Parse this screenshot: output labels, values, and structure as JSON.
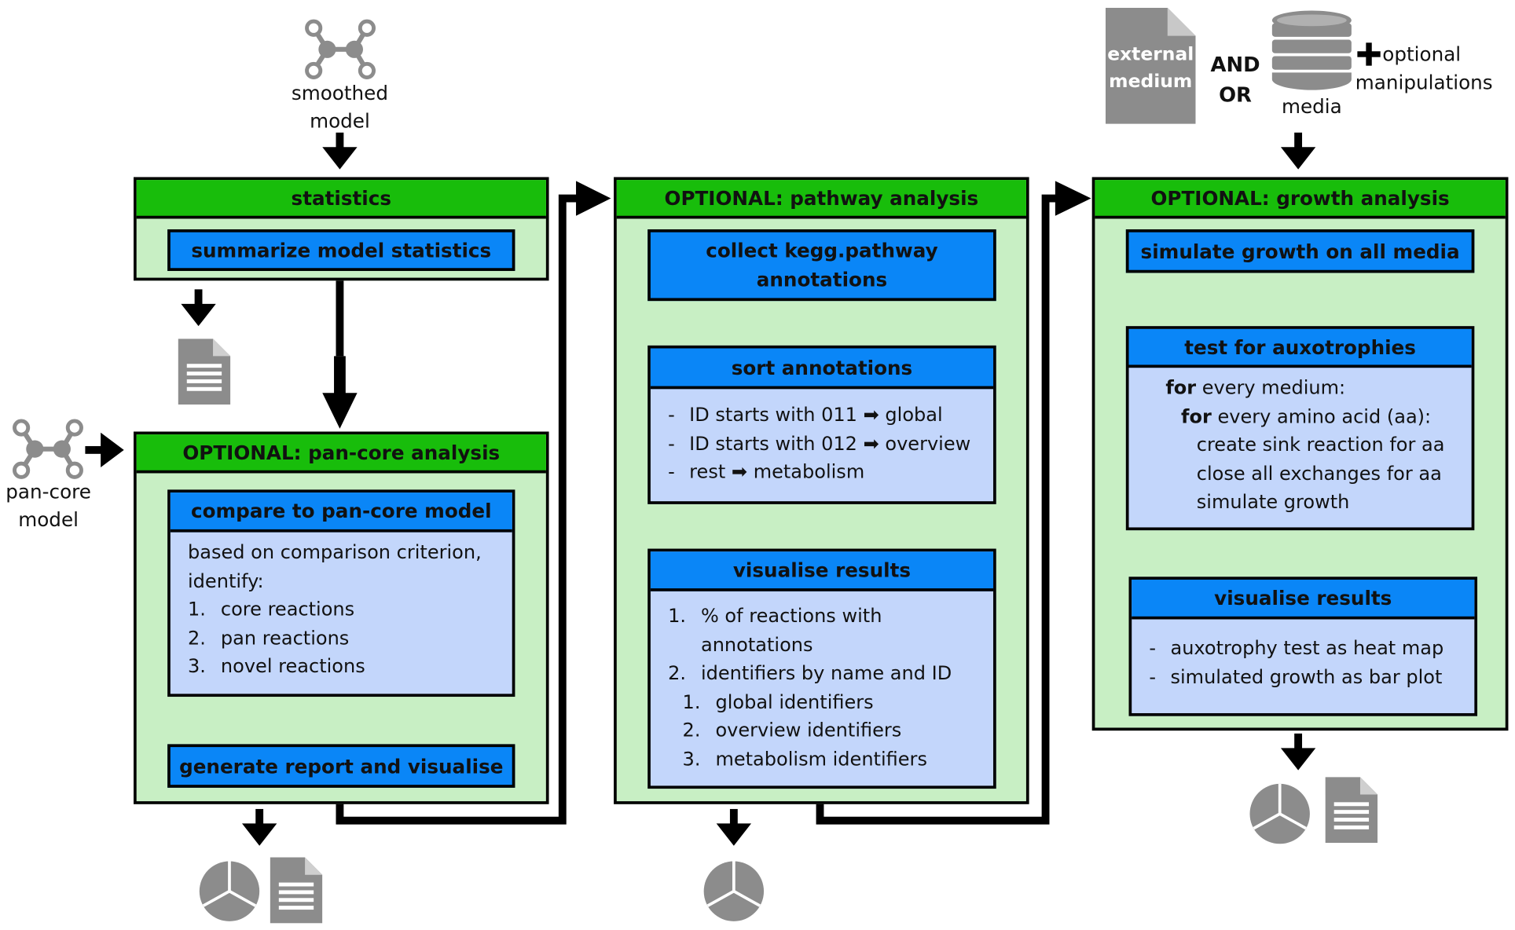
{
  "inputs": {
    "smoothed_model": "smoothed\nmodel",
    "pan_core_model": "pan-core\nmodel",
    "external_medium": "external\nmedium",
    "and_or": "AND\nOR",
    "media": "media",
    "optional_manipulations": "optional\nmanipulations"
  },
  "statistics": {
    "title": "statistics",
    "step": "summarize model statistics"
  },
  "pan_core": {
    "title": "OPTIONAL: pan-core analysis",
    "compare_title": "compare to pan-core model",
    "intro": "based on comparison criterion, identify:",
    "items": [
      "core reactions",
      "pan reactions",
      "novel reactions"
    ],
    "report": "generate report and visualise"
  },
  "pathway": {
    "title": "OPTIONAL: pathway analysis",
    "collect": "collect kegg.pathway annotations",
    "sort_title": "sort annotations",
    "sort_items": [
      {
        "pre": "ID starts with 011",
        "post": "global"
      },
      {
        "pre": "ID starts with 012",
        "post": "overview"
      },
      {
        "pre": "rest",
        "post": "metabolism"
      }
    ],
    "vis_title": "visualise results",
    "vis_items": [
      "% of reactions with annotations",
      "identifiers by name and ID"
    ],
    "vis_subitems": [
      "global identifiers",
      "overview identifiers",
      "metabolism identifiers"
    ]
  },
  "growth": {
    "title": "OPTIONAL: growth analysis",
    "simulate": "simulate growth on all media",
    "auxo_title": "test for auxotrophies",
    "auxo_lines": [
      {
        "kw": "for",
        "text": " every medium:"
      },
      {
        "kw": "for",
        "text": " every amino acid (aa):"
      },
      {
        "kw": "",
        "text": "create sink reaction for aa"
      },
      {
        "kw": "",
        "text": "close all exchanges for aa"
      },
      {
        "kw": "",
        "text": "simulate growth"
      }
    ],
    "vis_title": "visualise results",
    "vis_items": [
      "auxotrophy test as heat map",
      "simulated growth as bar plot"
    ]
  },
  "icons": [
    "network-icon",
    "document-icon",
    "pie-chart-icon",
    "database-icon",
    "plus-icon",
    "arrow-right-icon"
  ],
  "colors": {
    "panel_bg": "#c8efc4",
    "panel_header": "#18bd0b",
    "step_header": "#0a86f7",
    "card_bg": "#c3d6fb",
    "icon_gray": "#8c8c8c"
  }
}
